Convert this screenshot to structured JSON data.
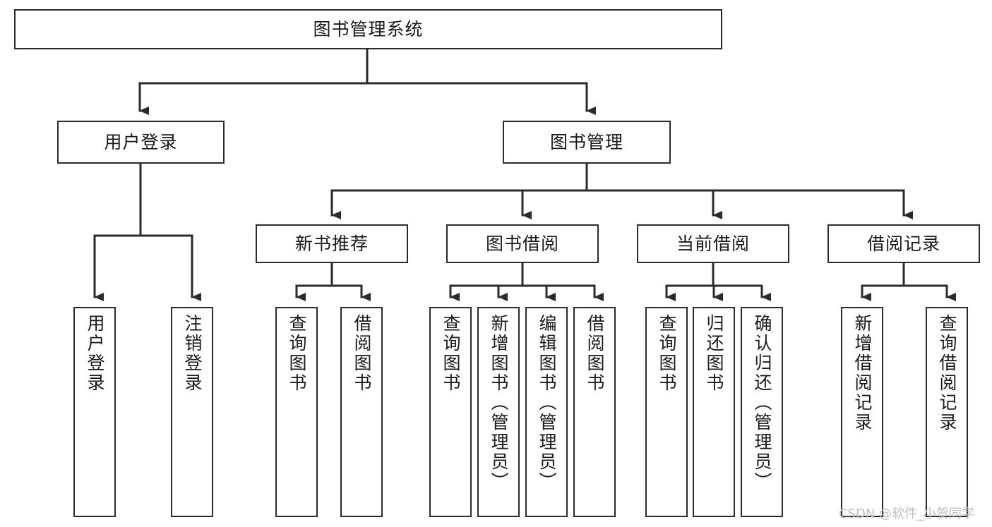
{
  "diagram": {
    "title": "图书管理系统",
    "type": "tree-hierarchy",
    "root": {
      "id": "root",
      "label": "图书管理系统"
    },
    "level2": [
      {
        "id": "user-login",
        "label": "用户登录"
      },
      {
        "id": "book-management",
        "label": "图书管理"
      }
    ],
    "level3": [
      {
        "id": "new-book-recommend",
        "label": "新书推荐",
        "parent": "book-management"
      },
      {
        "id": "book-borrow",
        "label": "图书借阅",
        "parent": "book-management"
      },
      {
        "id": "current-borrow",
        "label": "当前借阅",
        "parent": "book-management"
      },
      {
        "id": "borrow-record",
        "label": "借阅记录",
        "parent": "book-management"
      }
    ],
    "leaves": [
      {
        "id": "leaf-user-login",
        "label": "用户登录",
        "parent": "user-login"
      },
      {
        "id": "leaf-logout-login",
        "label": "注销登录",
        "parent": "user-login"
      },
      {
        "id": "leaf-query-book-1",
        "label": "查询图书",
        "parent": "new-book-recommend"
      },
      {
        "id": "leaf-borrow-book-1",
        "label": "借阅图书",
        "parent": "new-book-recommend"
      },
      {
        "id": "leaf-query-book-2",
        "label": "查询图书",
        "parent": "book-borrow"
      },
      {
        "id": "leaf-add-book",
        "label": "新增图书（管理员）",
        "parent": "book-borrow"
      },
      {
        "id": "leaf-edit-book",
        "label": "编辑图书（管理员）",
        "parent": "book-borrow"
      },
      {
        "id": "leaf-borrow-book-2",
        "label": "借阅图书",
        "parent": "book-borrow"
      },
      {
        "id": "leaf-query-book-3",
        "label": "查询图书",
        "parent": "current-borrow"
      },
      {
        "id": "leaf-return-book",
        "label": "归还图书",
        "parent": "current-borrow"
      },
      {
        "id": "leaf-confirm-return",
        "label": "确认归还（管理员）",
        "parent": "current-borrow"
      },
      {
        "id": "leaf-add-record",
        "label": "新增借阅记录",
        "parent": "borrow-record"
      },
      {
        "id": "leaf-query-record",
        "label": "查询借阅记录",
        "parent": "borrow-record"
      }
    ]
  },
  "watermark": {
    "text": "CSDN @软件_小贺同学"
  },
  "colors": {
    "stroke": "#2b2b2b",
    "background": "#ffffff",
    "text": "#1a1a1a",
    "watermark": "#bfbfbf"
  }
}
